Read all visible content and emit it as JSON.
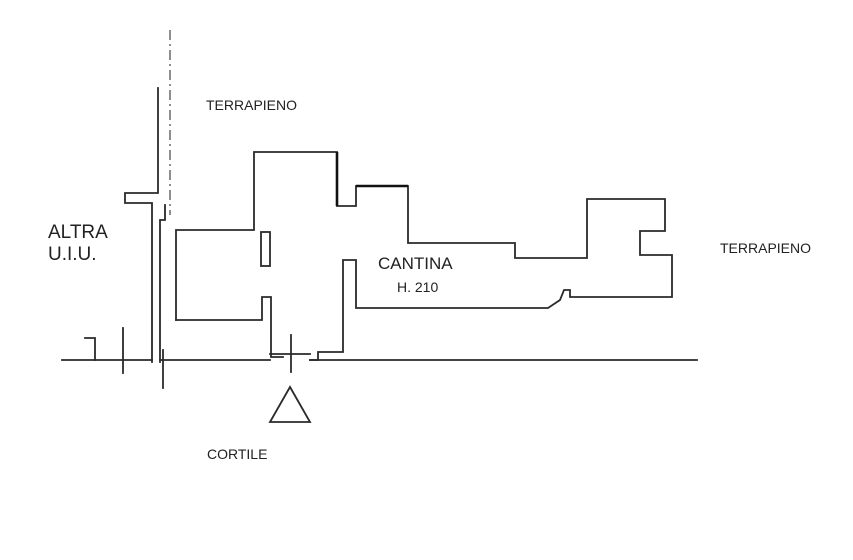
{
  "labels": {
    "terrapieno_top": "TERRAPIENO",
    "terrapieno_right": "TERRAPIENO",
    "altra_line1": "ALTRA",
    "altra_line2": "U.I.U.",
    "cantina": "CANTINA",
    "height": "H. 210",
    "cortile": "CORTILE"
  },
  "colors": {
    "line": "#2a2a2a",
    "background": "#ffffff"
  },
  "icons": {
    "entrance": "triangle-marker-icon"
  }
}
